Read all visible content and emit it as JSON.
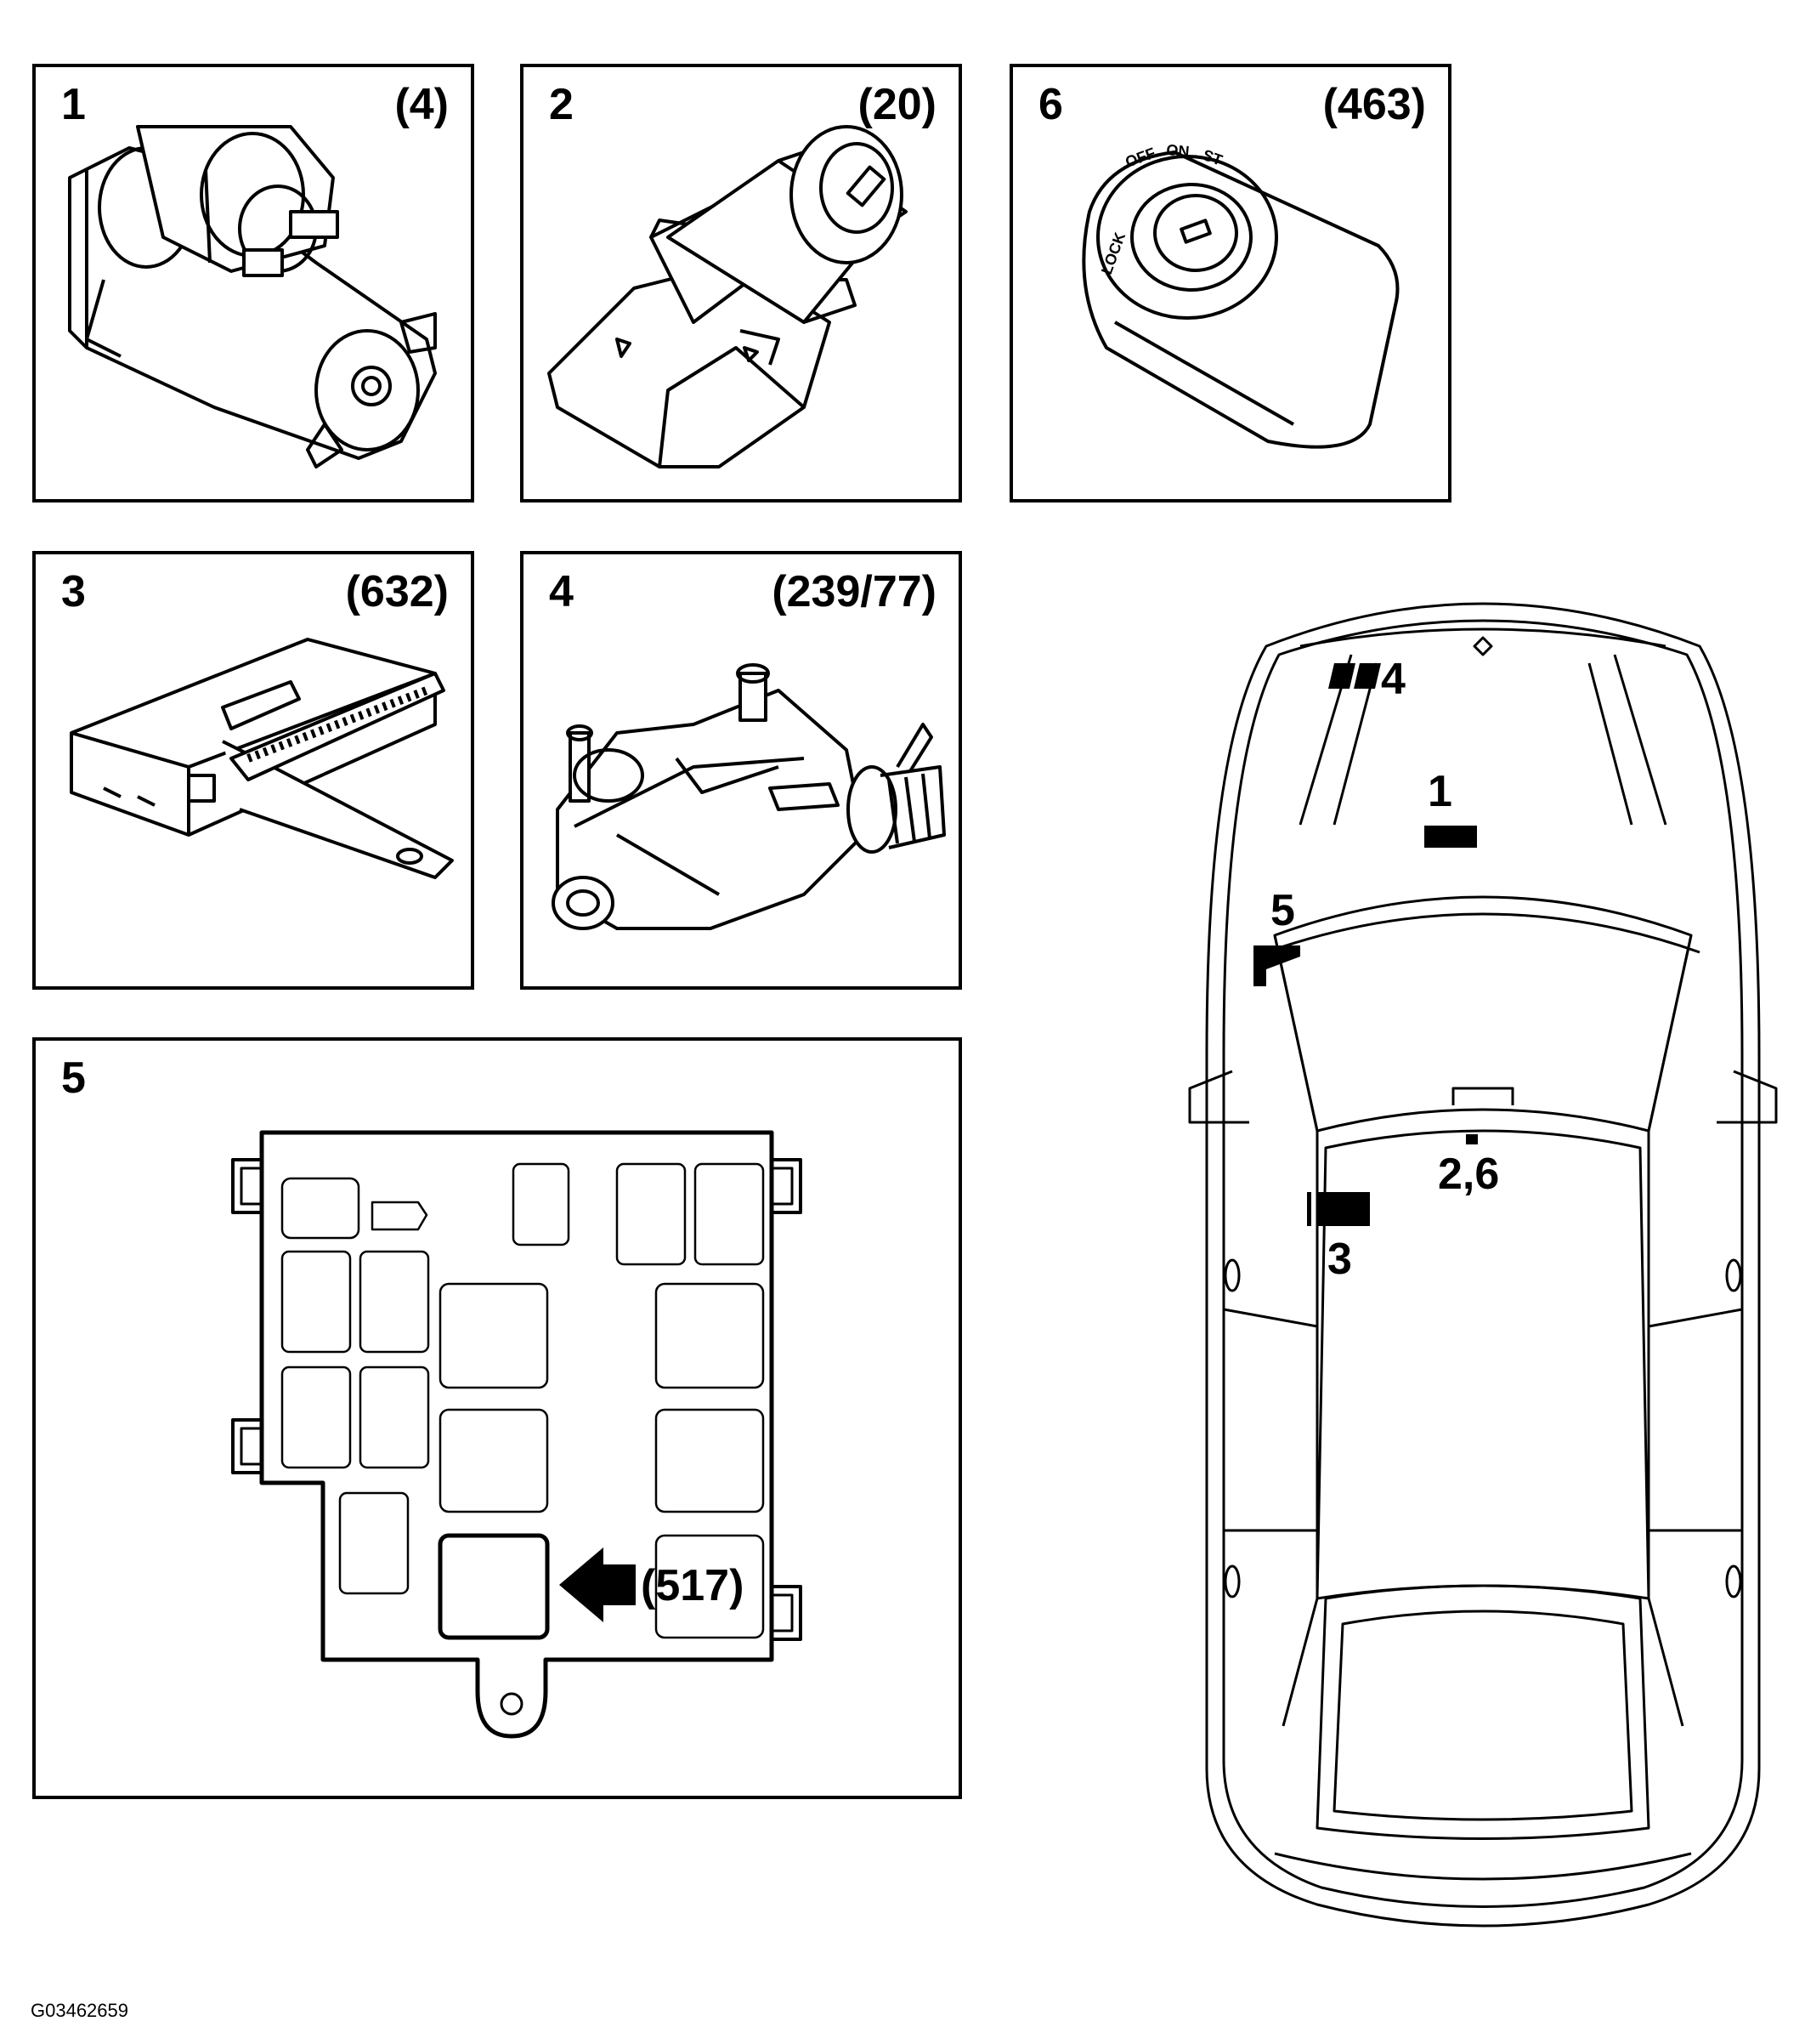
{
  "panels": [
    {
      "id": "p1",
      "number": "1",
      "code": "(4)",
      "component": "starter-motor"
    },
    {
      "id": "p2",
      "number": "2",
      "code": "(20)",
      "component": "ignition-switch"
    },
    {
      "id": "p6",
      "number": "6",
      "code": "(463)",
      "component": "ignition-lock-housing",
      "lock_labels": [
        "LOCK",
        "OFF",
        "ON",
        "ST"
      ]
    },
    {
      "id": "p3",
      "number": "3",
      "code": "(632)",
      "component": "control-module"
    },
    {
      "id": "p4",
      "number": "4",
      "code": "(239/77)",
      "component": "wiper-motor"
    },
    {
      "id": "p5",
      "number": "5",
      "code": "(517)",
      "component": "fuse-relay-box"
    }
  ],
  "car_labels": {
    "l4": "4",
    "l1": "1",
    "l5": "5",
    "l26": "2,6",
    "l3": "3"
  },
  "footer": {
    "figure_id": "G03462659"
  }
}
